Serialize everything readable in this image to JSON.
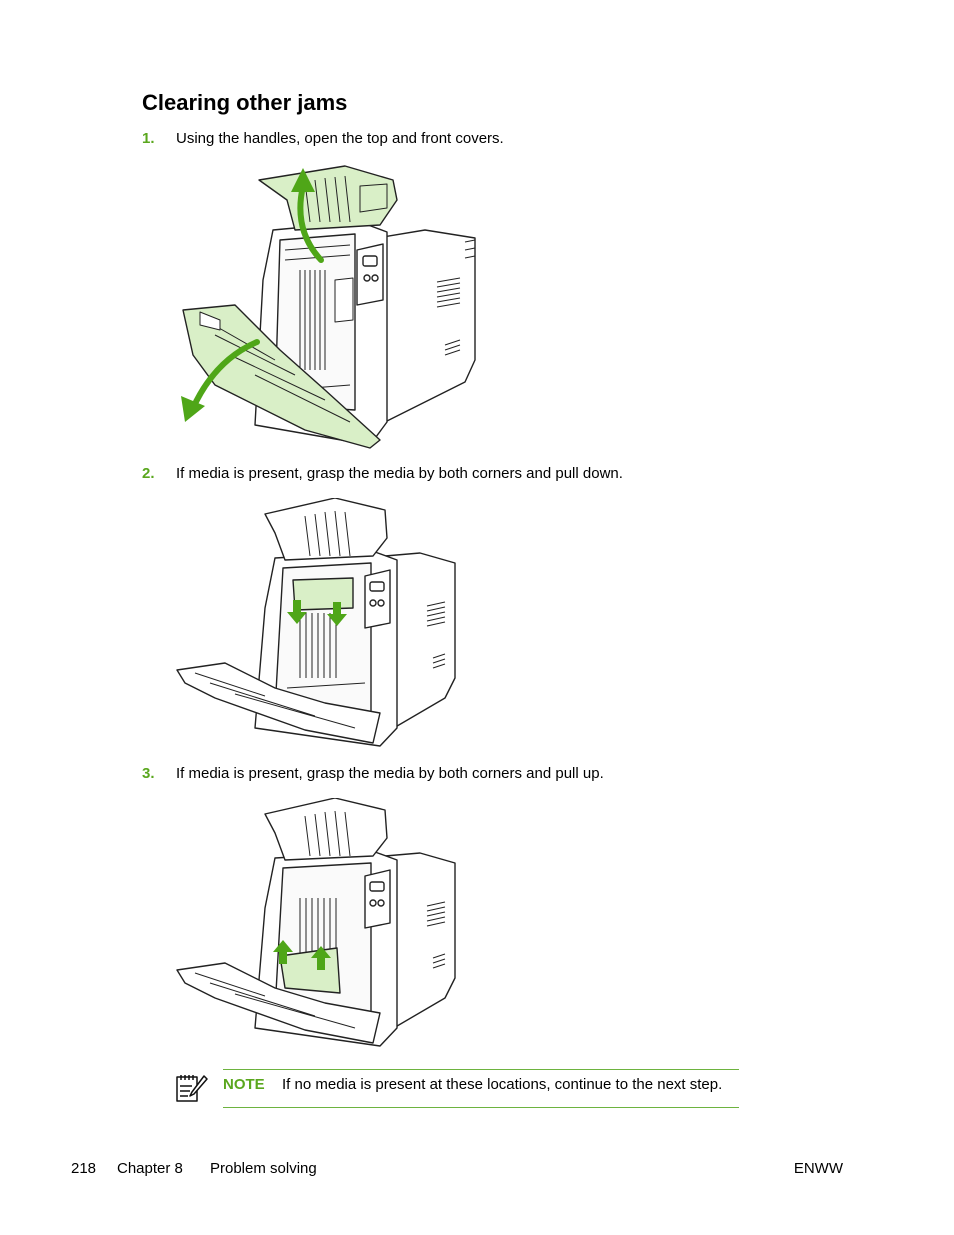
{
  "section": {
    "title": "Clearing other jams"
  },
  "steps": [
    {
      "number": "1.",
      "text": "Using the handles, open the top and front covers."
    },
    {
      "number": "2.",
      "text": "If media is present, grasp the media by both corners and pull down."
    },
    {
      "number": "3.",
      "text": "If media is present, grasp the media by both corners and pull up."
    }
  ],
  "note": {
    "label": "NOTE",
    "text": "If no media is present at these locations, continue to the next step."
  },
  "footer": {
    "page": "218",
    "chapter": "Chapter 8",
    "chapter_title": "Problem solving",
    "doc_id": "ENWW"
  },
  "colors": {
    "accent": "#5aa71e",
    "highlight": "#d9efc7",
    "arrow": "#4fa618"
  }
}
